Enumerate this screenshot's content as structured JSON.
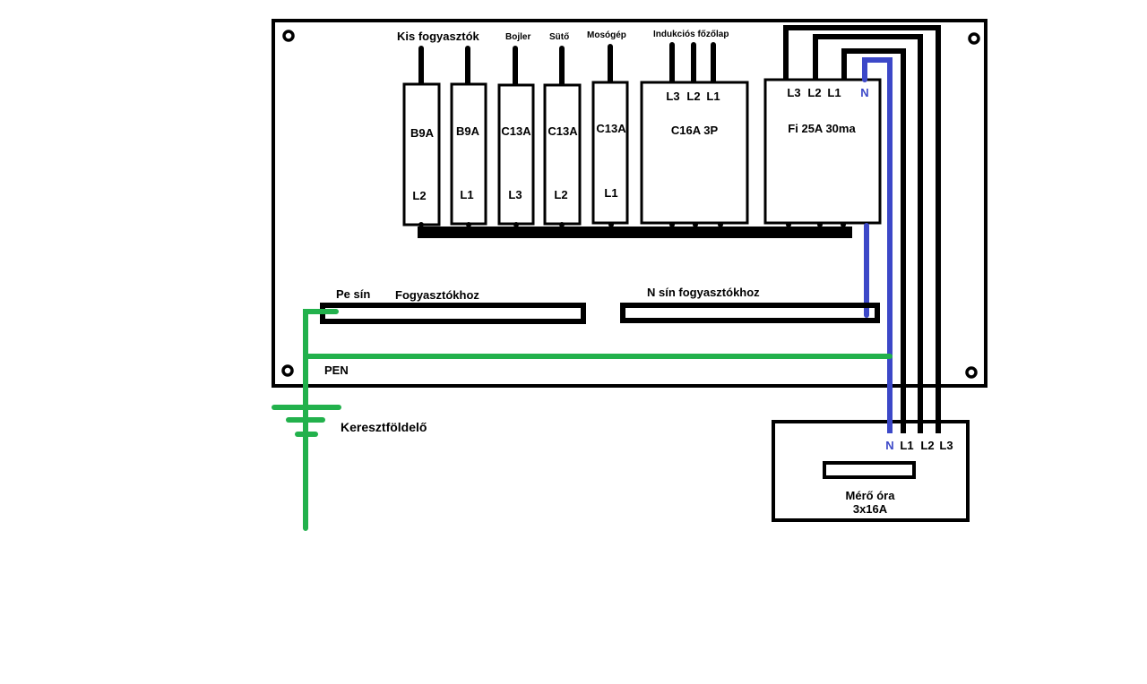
{
  "colors": {
    "wire_black": "#000000",
    "neutral_blue": "#3c48c8",
    "earth_green": "#22b14c",
    "background": "#ffffff"
  },
  "panel": {
    "groups": {
      "small_loads": "Kis fogyasztók",
      "boiler": "Bojler",
      "oven": "Sütő",
      "washing_machine": "Mosógép",
      "induction_hob": "Indukciós főzőlap"
    },
    "breakers": [
      {
        "rating": "B9A",
        "phase": "L2"
      },
      {
        "rating": "B9A",
        "phase": "L1"
      },
      {
        "rating": "C13A",
        "phase": "L3"
      },
      {
        "rating": "C13A",
        "phase": "L2"
      },
      {
        "rating": "C13A",
        "phase": "L1"
      }
    ],
    "breaker_3p": {
      "rating": "C16A 3P",
      "terminals": [
        "L3",
        "L2",
        "L1"
      ]
    },
    "rcd": {
      "rating": "Fi 25A 30ma",
      "terminals": [
        "L3",
        "L2",
        "L1"
      ],
      "neutral": "N"
    },
    "pe_bar": {
      "label": "Pe sín",
      "sublabel": "Fogyasztókhoz"
    },
    "n_bar": {
      "label": "N sín fogyasztókhoz"
    },
    "pen_label": "PEN"
  },
  "ground": {
    "label": "Keresztföldelő"
  },
  "meter": {
    "terminals": [
      "N",
      "L1",
      "L2",
      "L3"
    ],
    "title": "Mérő óra",
    "rating": "3x16A"
  }
}
